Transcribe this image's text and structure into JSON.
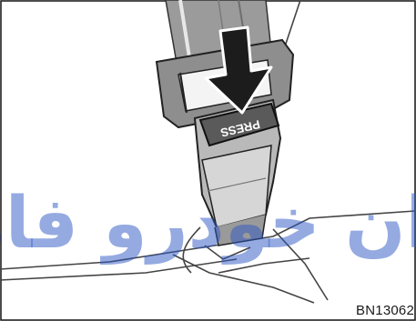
{
  "illustration": {
    "button_text": "PRESS",
    "reference_code": "BN13062",
    "watermark": "ایران خودرو فارس"
  }
}
